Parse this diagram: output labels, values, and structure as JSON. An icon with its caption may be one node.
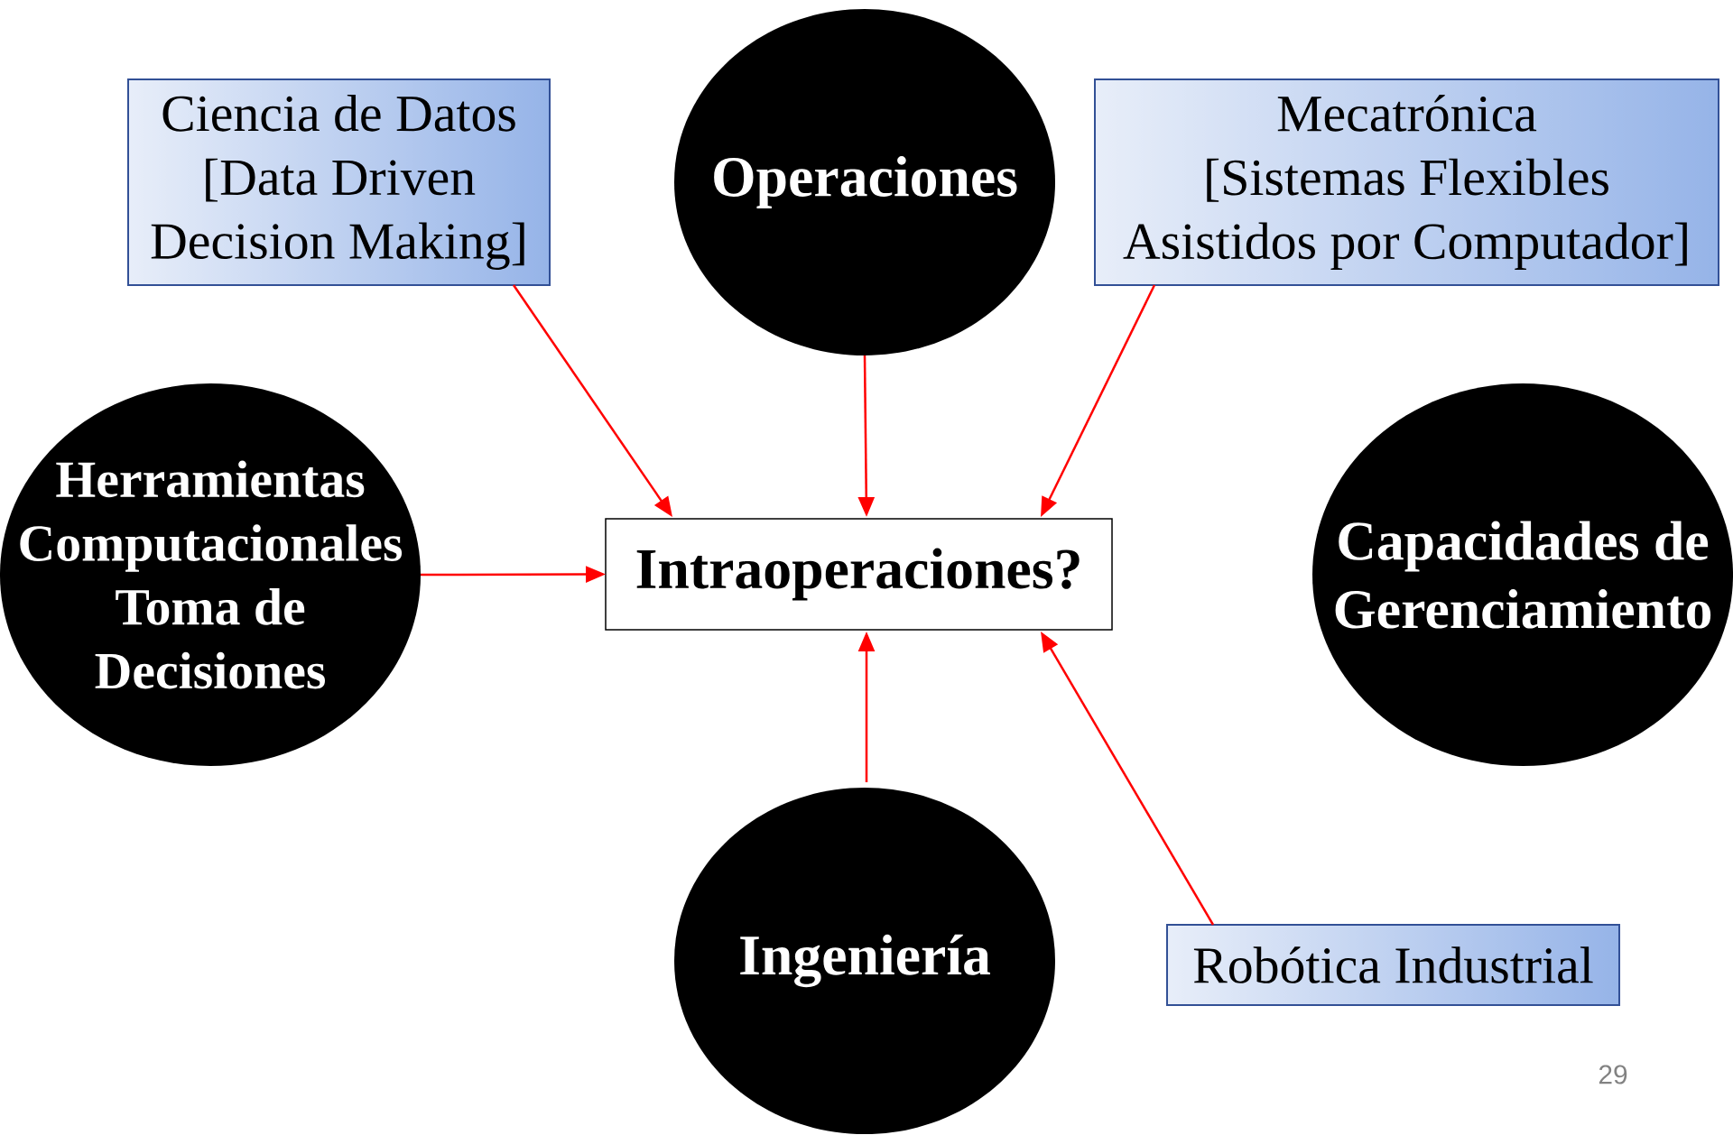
{
  "diagram": {
    "nodes": [
      {
        "text": [
          "Ciencia de Datos",
          "[Data Driven Decision Making]"
        ]
      },
      {
        "text": [
          "Operaciones"
        ]
      },
      {
        "text": [
          "Mecatrónica",
          "[Sistemas Flexibles Asistidos por Computador]"
        ]
      },
      {
        "text": [
          "Herramientas Computacionales",
          "Toma de Decisiones"
        ]
      },
      {
        "text": [
          "Intraoperaciones?"
        ]
      },
      {
        "text": [
          "Capacidades de Gerenciamiento"
        ]
      },
      {
        "text": [
          "Ingeniería"
        ]
      },
      {
        "text": [
          "Robótica Industrial"
        ]
      }
    ],
    "edges": [
      {
        "from": 0,
        "to": 4,
        "arrow": "to"
      },
      {
        "from": 1,
        "to": 4,
        "arrow": "to"
      },
      {
        "from": 2,
        "to": 4,
        "arrow": "to"
      },
      {
        "from": 3,
        "to": 4,
        "arrow": "to"
      },
      {
        "from": 6,
        "to": 4,
        "arrow": "to"
      },
      {
        "from": 7,
        "to": 4,
        "arrow": "to"
      }
    ],
    "labels": [
      "29"
    ]
  }
}
